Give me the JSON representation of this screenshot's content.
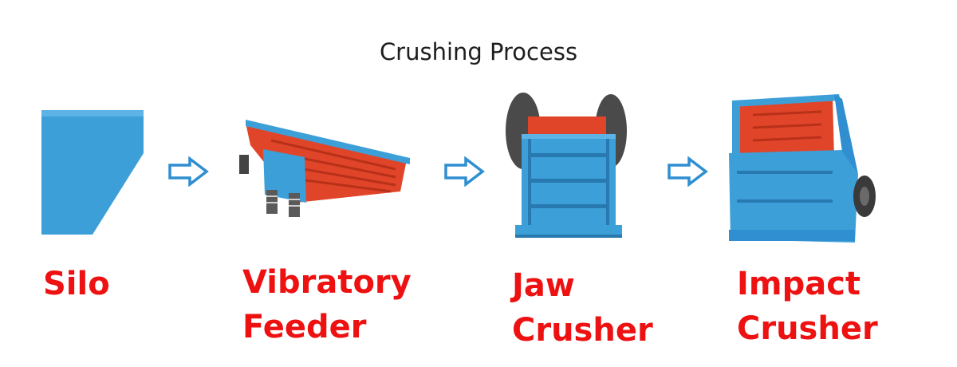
{
  "title": "Crushing Process",
  "colors": {
    "machine_blue": "#3d9fd8",
    "machine_red": "#e0452a",
    "label_red": "#ee1111",
    "arrow_blue": "#2f8fd0"
  },
  "stages": [
    {
      "lines": [
        "Silo"
      ],
      "icon": "silo-icon"
    },
    {
      "lines": [
        "Vibratory",
        "Feeder"
      ],
      "icon": "vibratory-feeder-icon"
    },
    {
      "lines": [
        "Jaw",
        "Crusher"
      ],
      "icon": "jaw-crusher-icon"
    },
    {
      "lines": [
        "Impact",
        "Crusher"
      ],
      "icon": "impact-crusher-icon"
    }
  ],
  "arrows": [
    "arrow-right-icon",
    "arrow-right-icon",
    "arrow-right-icon"
  ]
}
